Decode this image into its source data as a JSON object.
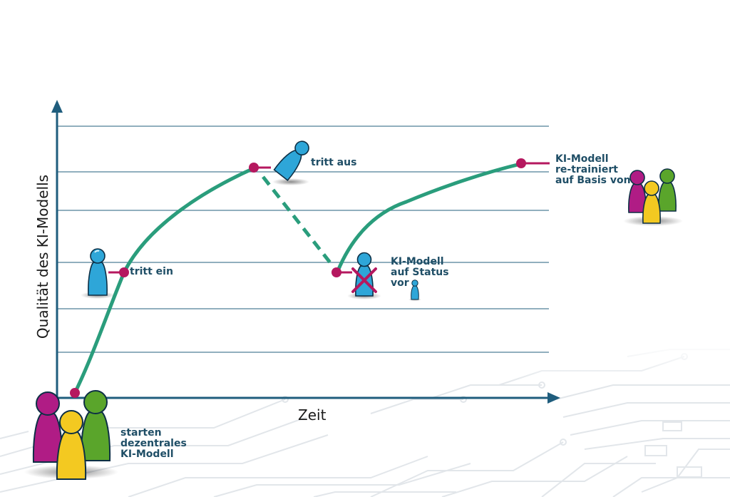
{
  "axes": {
    "y_label": "Qualität des KI-Modells",
    "x_label": "Zeit"
  },
  "colors": {
    "curve": "#2a9d7c",
    "marker": "#b5185f",
    "axis": "#1f5d7d",
    "gridline": "#4f7f97",
    "figure_blue": "#2ea6d8",
    "figure_magenta": "#b01c85",
    "figure_yellow": "#f3c921",
    "figure_green": "#5aa52b"
  },
  "events": {
    "start": {
      "lines": [
        "starten",
        "dezentrales",
        "KI-Modell"
      ],
      "figures": [
        "magenta",
        "yellow",
        "green"
      ]
    },
    "join": {
      "text": "tritt ein",
      "figure": "blue"
    },
    "leave": {
      "text": "tritt aus",
      "figure": "blue-tilted"
    },
    "reset": {
      "lines": [
        "KI-Modell",
        "auf Status",
        "vor"
      ],
      "figure": "blue-crossed"
    },
    "retrain": {
      "lines": [
        "KI-Modell",
        "re-trainiert",
        "auf Basis von"
      ],
      "figures": [
        "magenta",
        "yellow",
        "green"
      ]
    }
  }
}
